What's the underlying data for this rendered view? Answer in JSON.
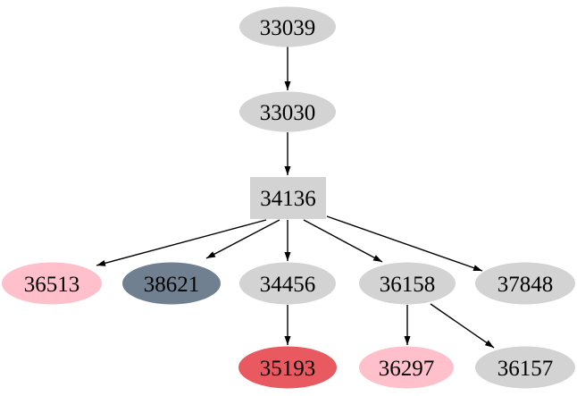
{
  "diagram": {
    "type": "directed-graph",
    "background": "#ffffff",
    "edge_color": "#000000",
    "text_color": "#000000",
    "palette": {
      "default_gray": "#d3d3d3",
      "pink": "#ffc0cb",
      "slate": "#708090",
      "red": "#e85a5f"
    },
    "nodes": [
      {
        "id": "33039",
        "label": "33039",
        "shape": "ellipse",
        "fill": "#d3d3d3"
      },
      {
        "id": "33030",
        "label": "33030",
        "shape": "ellipse",
        "fill": "#d3d3d3"
      },
      {
        "id": "34136",
        "label": "34136",
        "shape": "box",
        "fill": "#d3d3d3"
      },
      {
        "id": "36513",
        "label": "36513",
        "shape": "ellipse",
        "fill": "#ffc0cb"
      },
      {
        "id": "38621",
        "label": "38621",
        "shape": "ellipse",
        "fill": "#708090"
      },
      {
        "id": "34456",
        "label": "34456",
        "shape": "ellipse",
        "fill": "#d3d3d3"
      },
      {
        "id": "36158",
        "label": "36158",
        "shape": "ellipse",
        "fill": "#d3d3d3"
      },
      {
        "id": "37848",
        "label": "37848",
        "shape": "ellipse",
        "fill": "#d3d3d3"
      },
      {
        "id": "35193",
        "label": "35193",
        "shape": "ellipse",
        "fill": "#e85a5f"
      },
      {
        "id": "36297",
        "label": "36297",
        "shape": "ellipse",
        "fill": "#ffc0cb"
      },
      {
        "id": "36157",
        "label": "36157",
        "shape": "ellipse",
        "fill": "#d3d3d3"
      }
    ],
    "edges": [
      {
        "from": "33039",
        "to": "33030"
      },
      {
        "from": "33030",
        "to": "34136"
      },
      {
        "from": "34136",
        "to": "36513"
      },
      {
        "from": "34136",
        "to": "38621"
      },
      {
        "from": "34136",
        "to": "34456"
      },
      {
        "from": "34136",
        "to": "36158"
      },
      {
        "from": "34136",
        "to": "37848"
      },
      {
        "from": "34456",
        "to": "35193"
      },
      {
        "from": "36158",
        "to": "36297"
      },
      {
        "from": "36158",
        "to": "36157"
      }
    ]
  }
}
